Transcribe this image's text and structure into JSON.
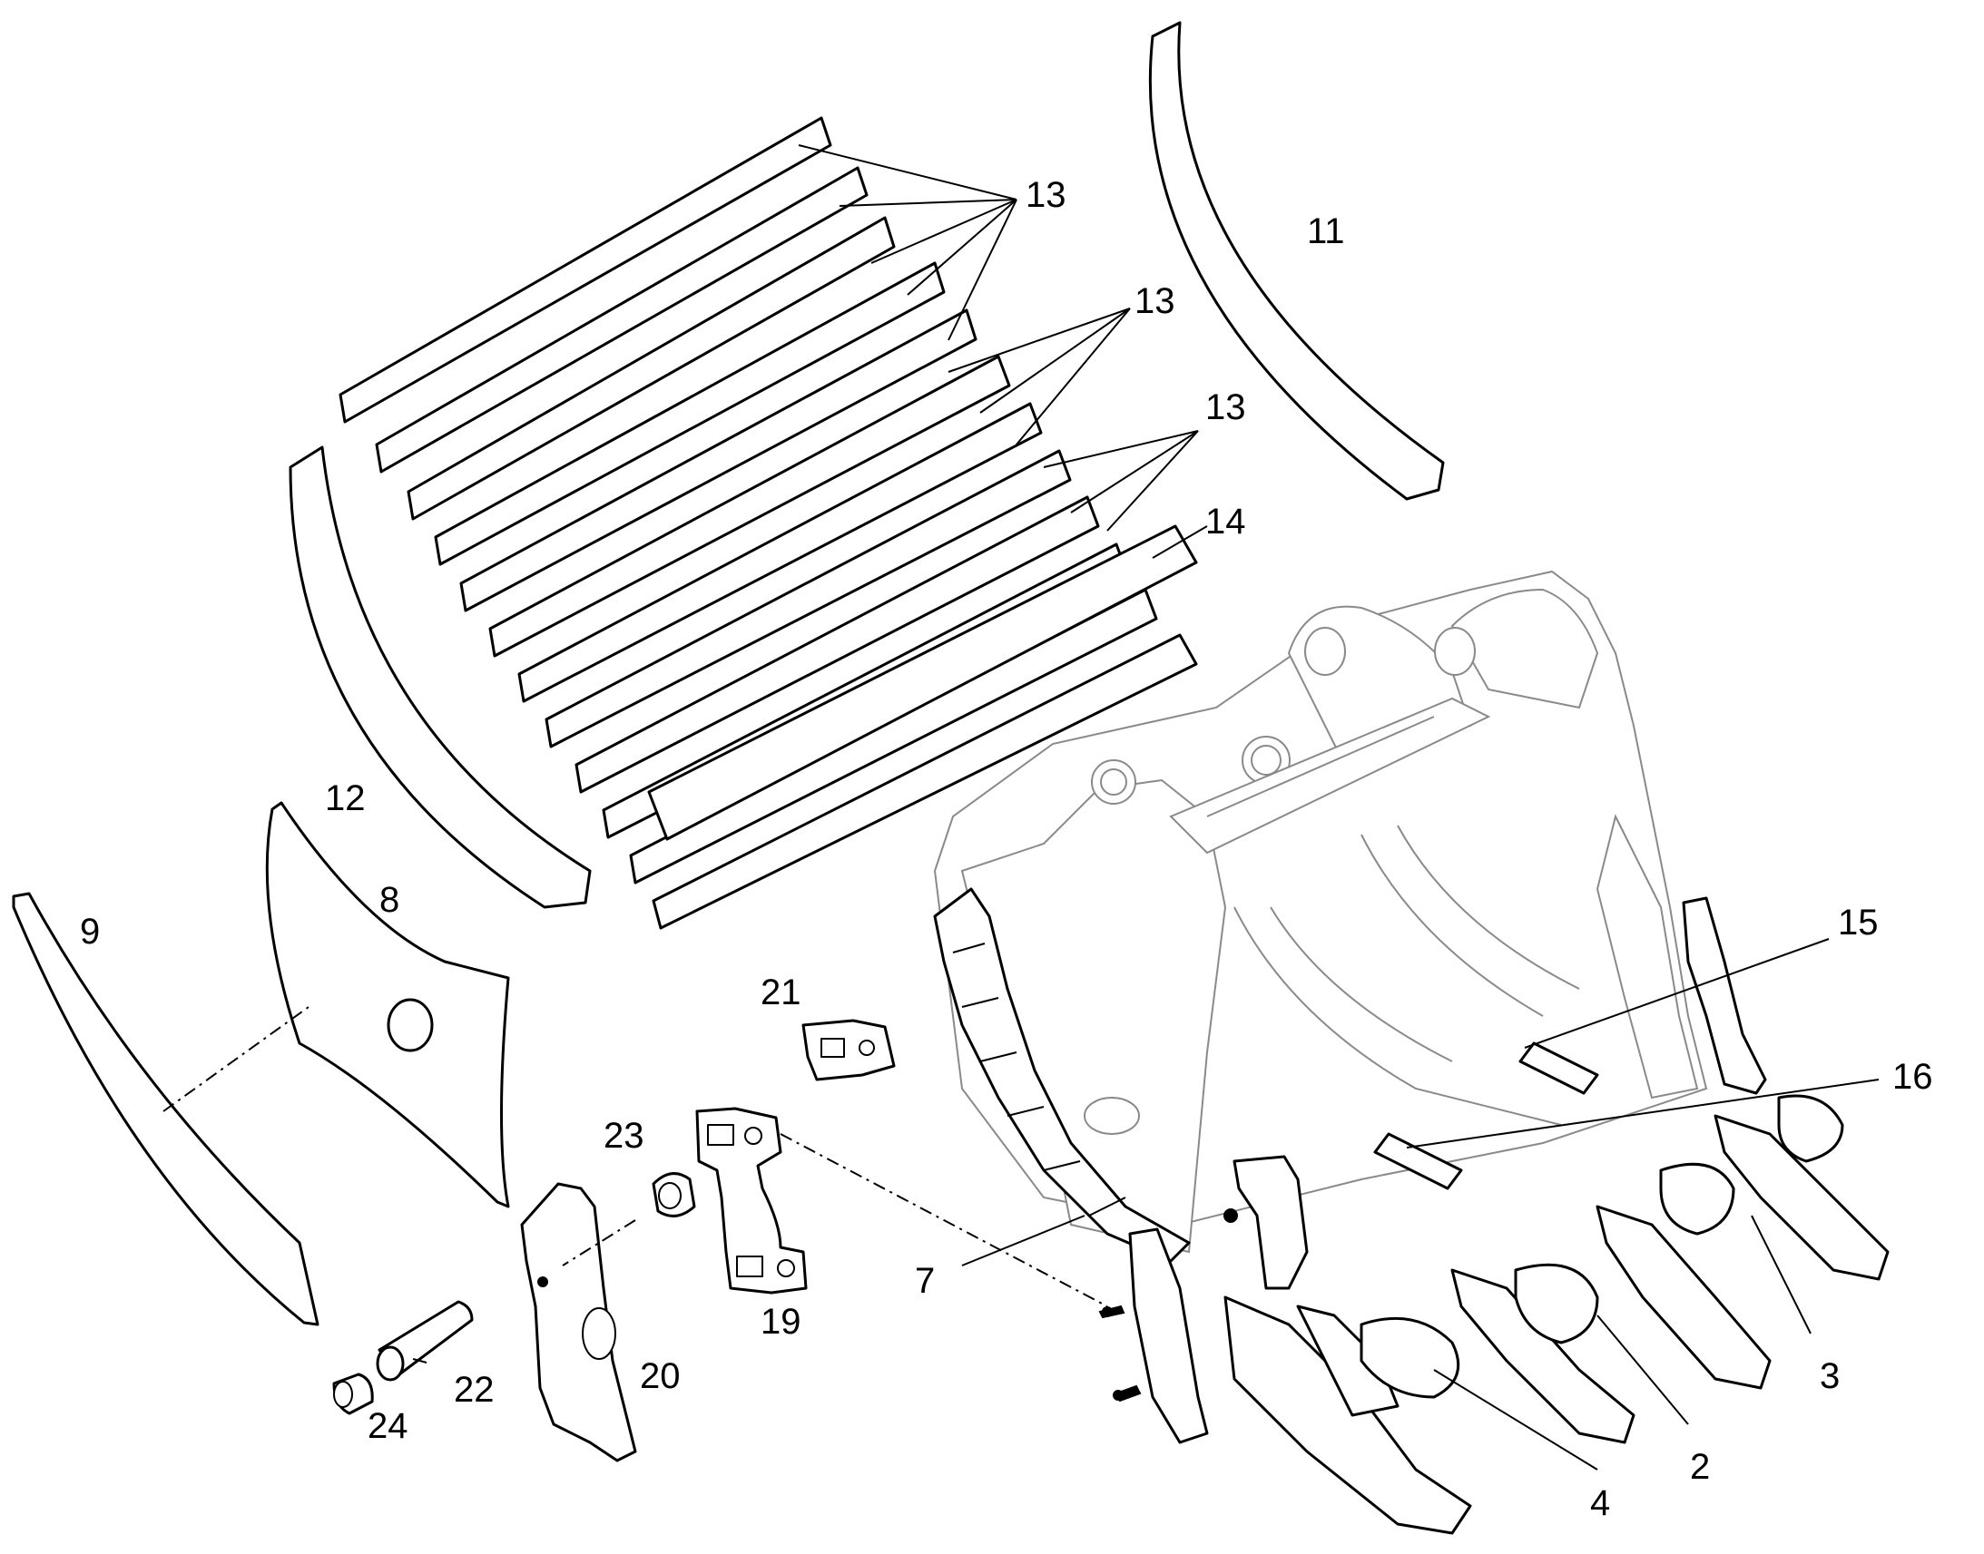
{
  "callouts": [
    {
      "id": "c13a",
      "text": "13"
    },
    {
      "id": "c13b",
      "text": "13"
    },
    {
      "id": "c13c",
      "text": "13"
    },
    {
      "id": "c14",
      "text": "14"
    },
    {
      "id": "c11",
      "text": "11"
    },
    {
      "id": "c12",
      "text": "12"
    },
    {
      "id": "c8",
      "text": "8"
    },
    {
      "id": "c9",
      "text": "9"
    },
    {
      "id": "c21",
      "text": "21"
    },
    {
      "id": "c23",
      "text": "23"
    },
    {
      "id": "c19",
      "text": "19"
    },
    {
      "id": "c7",
      "text": "7"
    },
    {
      "id": "c22",
      "text": "22"
    },
    {
      "id": "c20",
      "text": "20"
    },
    {
      "id": "c24",
      "text": "24"
    },
    {
      "id": "c15",
      "text": "15"
    },
    {
      "id": "c16",
      "text": "16"
    },
    {
      "id": "c3",
      "text": "3"
    },
    {
      "id": "c2",
      "text": "2"
    },
    {
      "id": "c4",
      "text": "4"
    }
  ]
}
